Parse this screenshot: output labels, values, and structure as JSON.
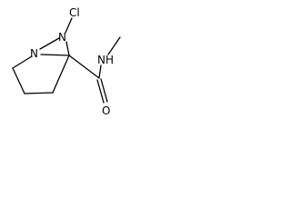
{
  "molecule": {
    "atoms": {
      "chlorine": "Cl",
      "n_diaziridine_top": "N",
      "n_bridgehead": "N",
      "n_amide": "NH",
      "o_carbonyl": "O"
    },
    "colors": {
      "bond": "#000000",
      "label": "#000000",
      "background": "#ffffff"
    }
  }
}
